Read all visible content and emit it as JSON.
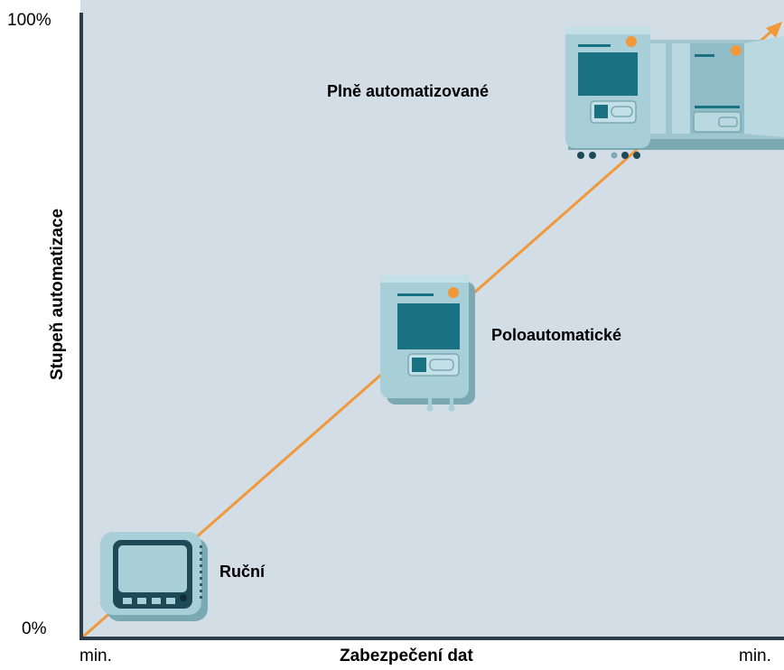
{
  "diagram": {
    "y_axis": {
      "title": "Stupeň automatizace",
      "top_label": "100%",
      "bottom_label": "0%"
    },
    "x_axis": {
      "title": "Zabezpečení dat",
      "left_label": "min.",
      "right_label": "min."
    },
    "devices": [
      {
        "label": "Ruční",
        "icon": "handheld-device-icon"
      },
      {
        "label": "Poloautomatické",
        "icon": "wall-terminal-icon"
      },
      {
        "label": "Plně automatizované",
        "icon": "automated-station-icon"
      }
    ]
  },
  "colors": {
    "plot_background": "#d2dde5",
    "axis": "#2c3e4c",
    "trend_line": "#f0983a",
    "device_body": "#a8ced8",
    "device_shade": "#7aa9b4",
    "screen": "#1a7182",
    "dark": "#1e4a58"
  }
}
